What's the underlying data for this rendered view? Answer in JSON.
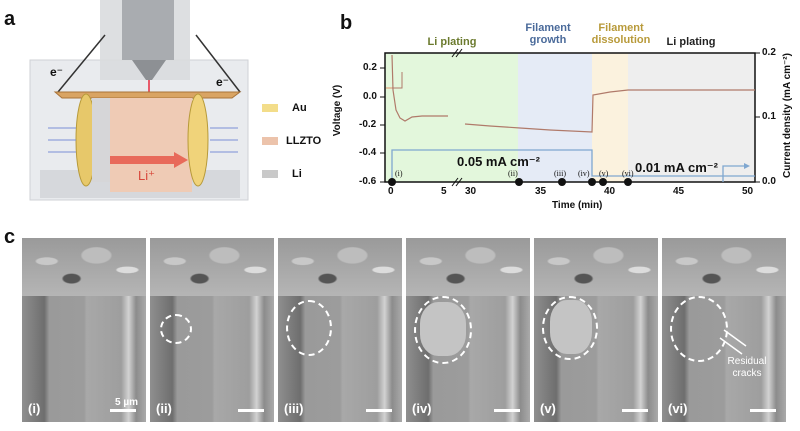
{
  "panel_a": {
    "letter": "a",
    "electron_left": "e⁻",
    "electron_right": "e⁻",
    "ion_label": "Li⁺",
    "legend": [
      {
        "label": "Au",
        "color": "#f3dd8a"
      },
      {
        "label": "LLZTO",
        "color": "#ecc3ab"
      },
      {
        "label": "Li",
        "color": "#c9c9c9"
      }
    ]
  },
  "panel_b": {
    "letter": "b",
    "phases": [
      {
        "label": "Li plating",
        "color": "#6b7a2e",
        "bg": "#e3f7dc"
      },
      {
        "label": "Filament growth",
        "color": "#4a6a9a",
        "bg": "#e5ebf6"
      },
      {
        "label": "Filament dissolution",
        "color": "#b89a3a",
        "bg": "#fbf2de"
      },
      {
        "label": "Li plating",
        "color": "#222222",
        "bg": "#eeeeee"
      }
    ],
    "current_labels": [
      "0.05 mA cm⁻²",
      "0.01 mA cm⁻²"
    ],
    "markers": [
      "(i)",
      "(ii)",
      "(iii)",
      "(iv)",
      "(v)",
      "(vi)"
    ]
  },
  "chart_data": {
    "type": "line",
    "title": "",
    "xlabel": "Time (min)",
    "ylabel": "Voltage (V)",
    "ylabel_right": "Current density (mA cm⁻²)",
    "x_ticks": [
      "0",
      "5",
      "30",
      "35",
      "40",
      "45",
      "50"
    ],
    "y_ticks": [
      "0.2",
      "0.0",
      "-0.2",
      "-0.4",
      "-0.6"
    ],
    "y_right_ticks": [
      "0.2",
      "0.1",
      "0.0"
    ],
    "ylim": [
      -0.6,
      0.3
    ],
    "ylim_right": [
      0.0,
      0.2
    ],
    "axis_break": "between 5 and 30 min",
    "series": [
      {
        "name": "Voltage",
        "color": "#b07a6a",
        "x": [
          0.1,
          0.5,
          1,
          2,
          4,
          5.8,
          30,
          33,
          36,
          38.3,
          38.4,
          40,
          41,
          45,
          50
        ],
        "y": [
          0.28,
          -0.05,
          -0.2,
          -0.16,
          -0.15,
          -0.15,
          -0.17,
          -0.2,
          -0.22,
          -0.24,
          -0.12,
          -0.11,
          -0.1,
          -0.1,
          -0.1
        ]
      },
      {
        "name": "Current density",
        "color": "#7fa7d0",
        "x": [
          0,
          0,
          38.3,
          38.3,
          47.5,
          47.5,
          50
        ],
        "y": [
          0.0,
          0.05,
          0.05,
          0.01,
          0.01,
          0.02,
          0.02
        ]
      }
    ],
    "phase_regions": [
      {
        "label": "Li plating",
        "x": [
          0,
          32
        ]
      },
      {
        "label": "Filament growth",
        "x": [
          32,
          38.3
        ]
      },
      {
        "label": "Filament dissolution",
        "x": [
          38.3,
          41
        ]
      },
      {
        "label": "Li plating",
        "x": [
          41,
          50
        ]
      }
    ],
    "marker_points": [
      {
        "label": "(i)",
        "x": 0
      },
      {
        "label": "(ii)",
        "x": 33
      },
      {
        "label": "(iii)",
        "x": 36
      },
      {
        "label": "(iv)",
        "x": 38.3
      },
      {
        "label": "(v)",
        "x": 39
      },
      {
        "label": "(vi)",
        "x": 40.8
      }
    ],
    "annotations": [
      "0.05 mA cm⁻²",
      "0.01 mA cm⁻²"
    ],
    "grid": false
  },
  "panel_c": {
    "letter": "c",
    "images": [
      {
        "label": "(i)",
        "scale": "5 µm"
      },
      {
        "label": "(ii)"
      },
      {
        "label": "(iii)"
      },
      {
        "label": "(iv)"
      },
      {
        "label": "(v)"
      },
      {
        "label": "(vi)",
        "annotation": "Residual cracks"
      }
    ]
  }
}
